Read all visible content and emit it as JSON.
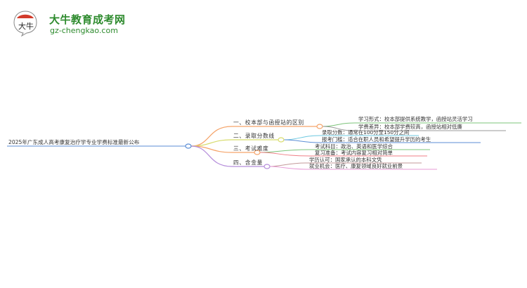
{
  "logo": {
    "title": "大牛教育成考网",
    "url": "gz-chengkao.com",
    "badge_text": "大牛"
  },
  "mindmap": {
    "root": {
      "label": "2025年广东成人高考康复治疗学专业学费标准最新公布",
      "color": "#5b8ed6"
    },
    "branches": [
      {
        "label": "一、校本部与函授站的区别",
        "color": "#f5a46a",
        "children": [
          {
            "label": "学习形式：校本部提供系统教学，函授站灵活学习",
            "color": "#7cc47a"
          },
          {
            "label": "学费差异：校本部学费较高，函授站相对低廉",
            "color": "#9a9a9a"
          }
        ]
      },
      {
        "label": "二、录取分数线",
        "color": "#d8dc6e",
        "children": [
          {
            "label": "录取分数：通常在100分至150分之间",
            "color": "#6cc8e0"
          },
          {
            "label": "报考门槛：适合在职人员和希望提升学历的考生",
            "color": "#5b8ed6"
          }
        ]
      },
      {
        "label": "三、考试难度",
        "color": "#f5a46a",
        "children": [
          {
            "label": "考试科目：政治、英语和医学综合",
            "color": "#7cc47a"
          },
          {
            "label": "复习准备：考试内容复习相对简单",
            "color": "#ef7f86"
          }
        ]
      },
      {
        "label": "四、含金量",
        "color": "#b58ddb",
        "children": [
          {
            "label": "学历认可：国家承认的本科文凭",
            "color": "#c49a9a"
          },
          {
            "label": "就业机会：医疗、康复领域良好就业前景",
            "color": "#e79ad6"
          }
        ]
      }
    ]
  }
}
